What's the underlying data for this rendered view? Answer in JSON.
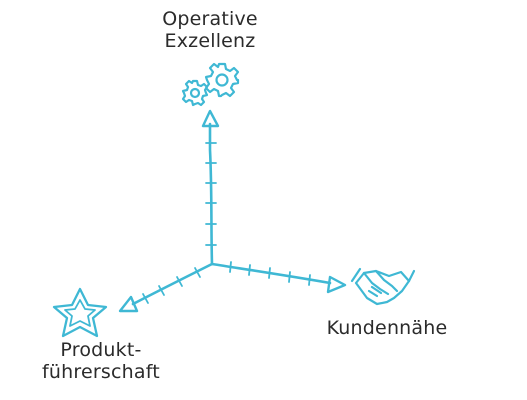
{
  "diagram": {
    "colors": {
      "accent": "#3fb8d4",
      "text": "#2b2b2b"
    },
    "axes": [
      {
        "id": "top",
        "label_lines": [
          "Operative",
          "Exzellenz"
        ],
        "icon": "gears-icon"
      },
      {
        "id": "right",
        "label_lines": [
          "Kundennähe"
        ],
        "icon": "handshake-icon"
      },
      {
        "id": "left",
        "label_lines": [
          "Produkt-",
          "führerschaft"
        ],
        "icon": "star-icon"
      }
    ]
  }
}
